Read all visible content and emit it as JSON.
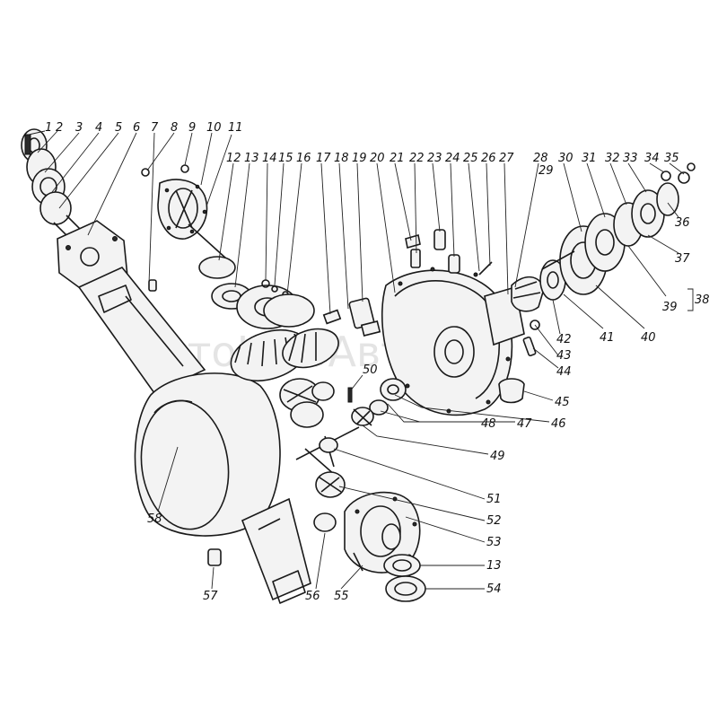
{
  "watermark": "АвтоЮгоАвто",
  "callouts": [
    {
      "label": "1"
    },
    {
      "label": "2"
    },
    {
      "label": "3"
    },
    {
      "label": "4"
    },
    {
      "label": "5"
    },
    {
      "label": "6"
    },
    {
      "label": "7"
    },
    {
      "label": "8"
    },
    {
      "label": "9"
    },
    {
      "label": "10"
    },
    {
      "label": "11"
    },
    {
      "label": "12"
    },
    {
      "label": "13"
    },
    {
      "label": "14"
    },
    {
      "label": "15"
    },
    {
      "label": "16"
    },
    {
      "label": "17"
    },
    {
      "label": "18"
    },
    {
      "label": "19"
    },
    {
      "label": "20"
    },
    {
      "label": "21"
    },
    {
      "label": "22"
    },
    {
      "label": "23"
    },
    {
      "label": "24"
    },
    {
      "label": "25"
    },
    {
      "label": "26"
    },
    {
      "label": "27"
    },
    {
      "label": "28"
    },
    {
      "label": "29"
    },
    {
      "label": "30"
    },
    {
      "label": "31"
    },
    {
      "label": "32"
    },
    {
      "label": "33"
    },
    {
      "label": "34"
    },
    {
      "label": "35"
    },
    {
      "label": "36"
    },
    {
      "label": "37"
    },
    {
      "label": "38"
    },
    {
      "label": "39"
    },
    {
      "label": "40"
    },
    {
      "label": "41"
    },
    {
      "label": "42"
    },
    {
      "label": "43"
    },
    {
      "label": "44"
    },
    {
      "label": "45"
    },
    {
      "label": "46"
    },
    {
      "label": "47"
    },
    {
      "label": "48"
    },
    {
      "label": "49"
    },
    {
      "label": "50"
    },
    {
      "label": "51"
    },
    {
      "label": "52"
    },
    {
      "label": "53"
    },
    {
      "label": "13"
    },
    {
      "label": "54"
    },
    {
      "label": "55"
    },
    {
      "label": "56"
    },
    {
      "label": "57"
    },
    {
      "label": "58"
    }
  ]
}
